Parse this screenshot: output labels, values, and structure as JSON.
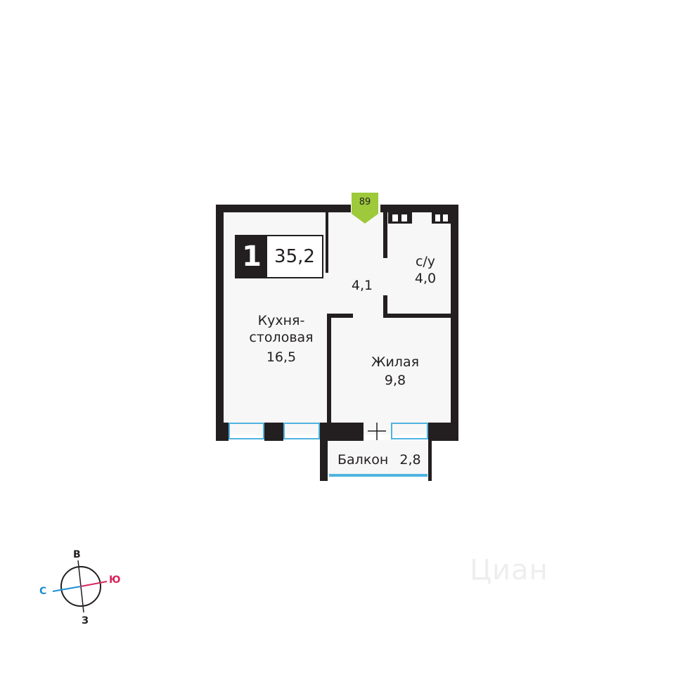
{
  "unit_badge": {
    "rooms": "1",
    "total_area": "35,2"
  },
  "entrance_tag": {
    "number": "89",
    "color": "#9dc93a"
  },
  "rooms": {
    "hall": {
      "name": "",
      "area": "4,1"
    },
    "bathroom": {
      "name": "с/у",
      "area": "4,0"
    },
    "kitchen": {
      "name": "Кухня-\nстоловая",
      "name_line1": "Кухня-",
      "name_line2": "столовая",
      "area": "16,5"
    },
    "living": {
      "name": "Жилая",
      "area": "9,8"
    },
    "balcony": {
      "name": "Балкон",
      "area": "2,8"
    }
  },
  "compass": {
    "north": "В",
    "south": "З",
    "west": "С",
    "east": "Ю",
    "west_color": "#1e8fd0",
    "east_color": "#d8245a"
  },
  "colors": {
    "wall": "#231f20",
    "window": "#4fb3e0",
    "floor": "#f7f7f7"
  },
  "watermark": "Циан"
}
